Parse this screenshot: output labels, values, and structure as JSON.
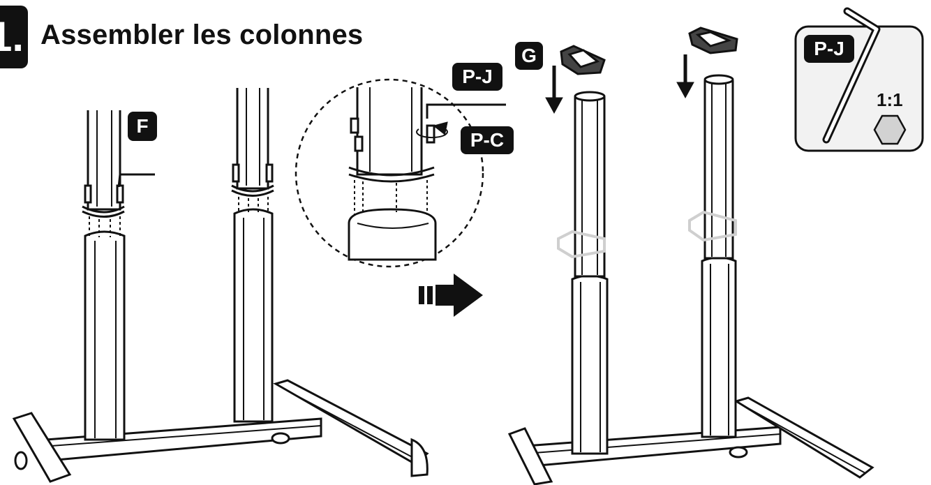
{
  "step": {
    "number": "1."
  },
  "title": "Assembler les colonnes",
  "labels": {
    "column": "F",
    "wrench": "P-J",
    "screw": "P-C",
    "cap": "G",
    "tool_box_wrench": "P-J",
    "scale": "1:1"
  },
  "colors": {
    "ink": "#111111",
    "paper": "#ffffff",
    "tool_box": "#f2f2f2",
    "ghost": "#cfcfcf"
  },
  "icons": [
    "allen-wrench-icon",
    "hexagon-icon",
    "arrow-right-icon",
    "arrow-down-icon",
    "rotation-icon"
  ]
}
